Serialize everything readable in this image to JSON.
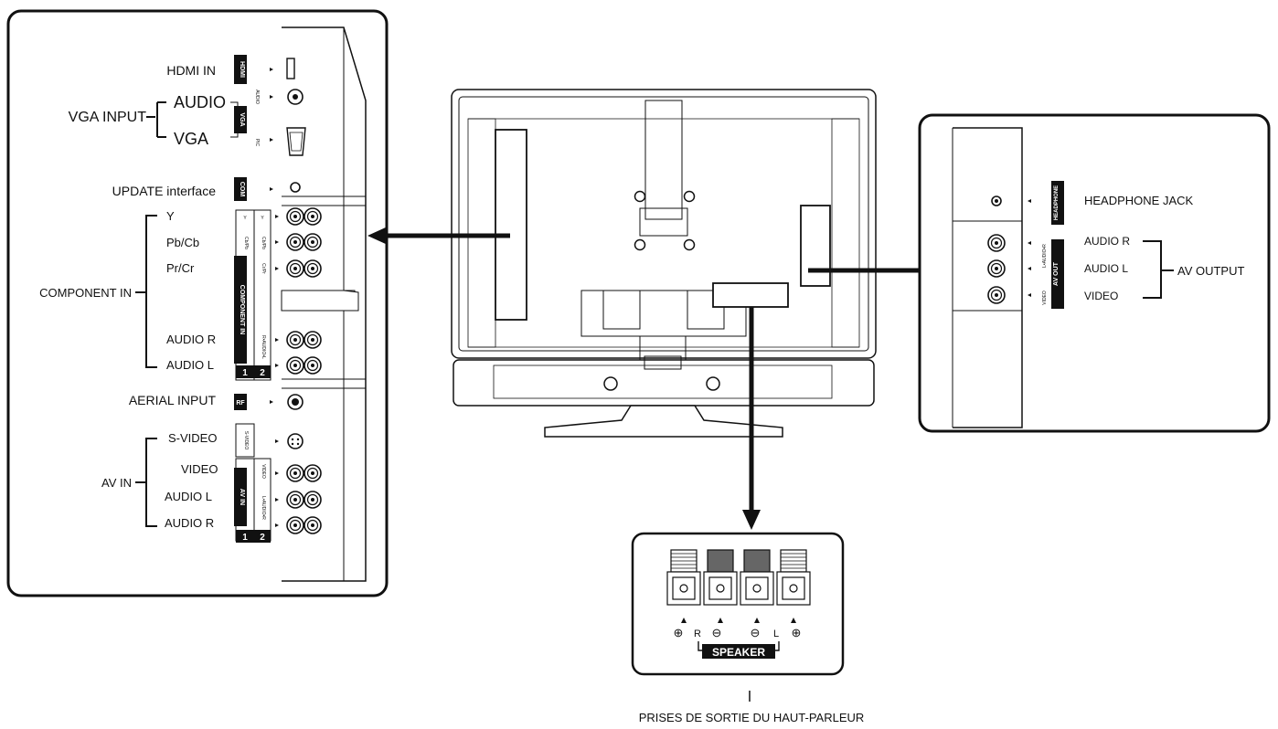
{
  "left_panel": {
    "labels": {
      "hdmi_in": "HDMI IN",
      "vga_input": "VGA INPUT",
      "audio": "AUDIO",
      "vga": "VGA",
      "update_interface": "UPDATE interface",
      "y": "Y",
      "pb_cb": "Pb/Cb",
      "pr_cr": "Pr/Cr",
      "component_in": "COMPONENT IN",
      "component_audio_r": "AUDIO R",
      "component_audio_l": "AUDIO L",
      "aerial_input": "AERIAL INPUT",
      "s_video": "S-VIDEO",
      "video": "VIDEO",
      "av_in": "AV IN",
      "av_audio_l": "AUDIO L",
      "av_audio_r": "AUDIO R"
    },
    "badges": {
      "hdmi": "HDMI",
      "vga": "VGA",
      "com": "COM",
      "component_in": "COMPONENT IN",
      "rf": "RF",
      "av_in": "AV IN"
    },
    "port_marks": {
      "audio": "AUDIO",
      "pic": "PIC",
      "y": "Y",
      "cb_pb": "Cb/Pb",
      "cr_pr": "Cr/Pr",
      "r_audio_l": "R•AUDIO•L",
      "s_video": "S-VIDEO",
      "video": "VIDEO",
      "l_audio_r": "L•AUDIO•R",
      "one": "1",
      "two": "2"
    }
  },
  "right_panel": {
    "labels": {
      "headphone_jack": "HEADPHONE JACK",
      "audio_r": "AUDIO R",
      "audio_l": "AUDIO L",
      "video": "VIDEO",
      "av_output": "AV OUTPUT"
    },
    "badges": {
      "headphone": "HEADPHONE",
      "av_out": "AV OUT"
    },
    "port_marks": {
      "l_audio_r": "L•AUDIO•R",
      "video": "VIDEO"
    }
  },
  "speaker_panel": {
    "badge": "SPEAKER",
    "plus": "⊕",
    "minus": "⊖",
    "r": "R",
    "l": "L",
    "caption": "PRISES DE SORTIE DU HAUT-PARLEUR"
  }
}
